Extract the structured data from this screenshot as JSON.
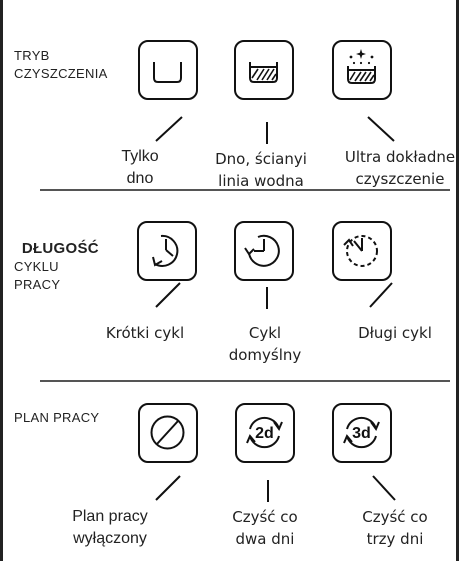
{
  "sections": [
    {
      "label": "TRYB\nCZYSZCZENIA",
      "items": [
        {
          "icon": "bowl-bottom-icon",
          "caption": "Tylko\ndno"
        },
        {
          "icon": "bowl-walls-icon",
          "caption": "Dno, ścianyi\nlinia wodna"
        },
        {
          "icon": "bowl-sparkle-icon",
          "caption": "Ultra dokładne\nczyszczenie"
        }
      ]
    },
    {
      "label_bold": "DŁUGOŚĆ",
      "label_rest": "CYKLU\nPRACY",
      "items": [
        {
          "icon": "short-cycle-clock-icon",
          "caption": "Krótki cykl"
        },
        {
          "icon": "default-cycle-clock-icon",
          "caption": "Cykl\ndomyślny"
        },
        {
          "icon": "long-cycle-clock-icon",
          "caption": "Długi cykl"
        }
      ]
    },
    {
      "label": "PLAN PRACY",
      "items": [
        {
          "icon": "schedule-off-icon",
          "caption": "Plan pracy\nwyłączony"
        },
        {
          "icon": "every-2-days-icon",
          "badge": "2d",
          "caption": "Czyść co\ndwa dni"
        },
        {
          "icon": "every-3-days-icon",
          "badge": "3d",
          "caption": "Czyść co\ntrzy dni"
        }
      ]
    }
  ],
  "colors": {
    "stroke": "#111111",
    "divider": "#555555"
  }
}
